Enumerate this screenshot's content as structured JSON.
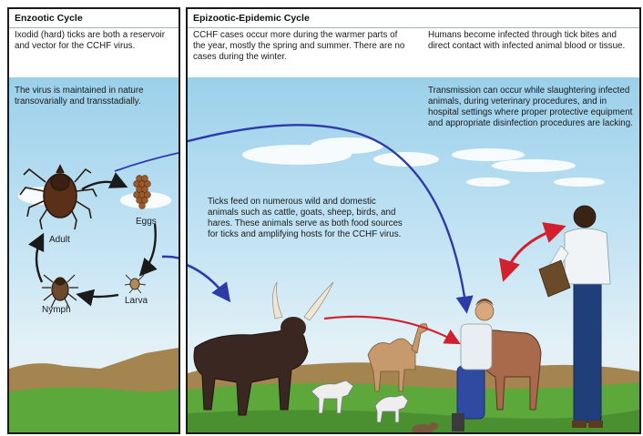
{
  "enzootic": {
    "title": "Enzootic Cycle",
    "intro": "Ixodid (hard) ticks are both a reservoir and vector for the CCHF virus.",
    "maintained": "The virus is maintained in nature transovarially and transstadially.",
    "stages": {
      "eggs": "Eggs",
      "adult": "Adult",
      "larva": "Larva",
      "nymph": "Nymph"
    }
  },
  "epizootic": {
    "title": "Epizootic-Epidemic Cycle",
    "seasonal": "CCHF cases occur more during the warmer parts of the year, mostly the spring and summer.  There are no cases during the winter.",
    "human_infection": "Humans become infected through tick bites and direct contact with infected animal blood or tissue.",
    "transmission": "Transmission can occur while slaughtering infected animals, during veterinary procedures, and in hospital settings where proper protective equipment and appropriate disinfection procedures are lacking.",
    "ticks_feed": "Ticks feed on numerous wild and domestic animals such as cattle, goats, sheep, birds, and hares. These animals serve as both food sources for ticks and amplifying hosts for the CCHF virus."
  },
  "colors": {
    "tick_arrow_blue": "#2e3aa8",
    "contact_arrow_red": "#d2202f",
    "cycle_arrow": "#1a1a1a",
    "grass": "#5da83a",
    "sky": "#a9d7ee"
  }
}
